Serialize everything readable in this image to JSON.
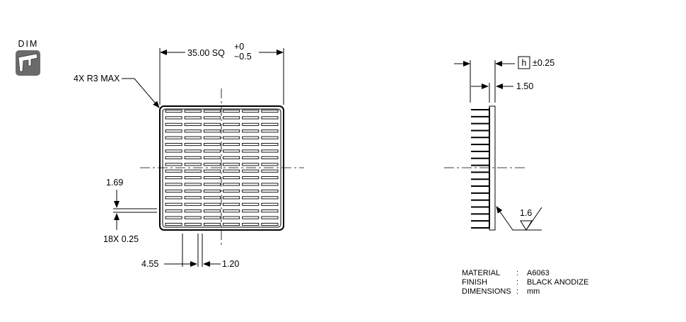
{
  "badge": {
    "text": "DIM",
    "icon": "caliper-icon"
  },
  "front_view": {
    "size_label": "35.00 SQ",
    "tol_plus": "+0",
    "tol_minus": "−0.5",
    "corner_label": "4X R3 MAX",
    "fin_height_label": "1.69",
    "fin_count_label": "18X 0.25",
    "slot_pitch_label": "4.55",
    "slot_width_label": "1.20",
    "fin_rows": 18,
    "slot_columns": 6
  },
  "side_view": {
    "box_symbol": "h",
    "height_tol": "±0.25",
    "base_thickness": "1.50",
    "roughness_value": "1.6"
  },
  "notes": [
    {
      "key": "MATERIAL",
      "sep": ":",
      "value": "A6063"
    },
    {
      "key": "FINISH",
      "sep": ":",
      "value": "BLACK ANODIZE"
    },
    {
      "key": "DIMENSIONS",
      "sep": ":",
      "value": "mm"
    }
  ],
  "colors": {
    "line": "#000000",
    "badge_bg": "#6b6b6b",
    "background": "#ffffff"
  }
}
